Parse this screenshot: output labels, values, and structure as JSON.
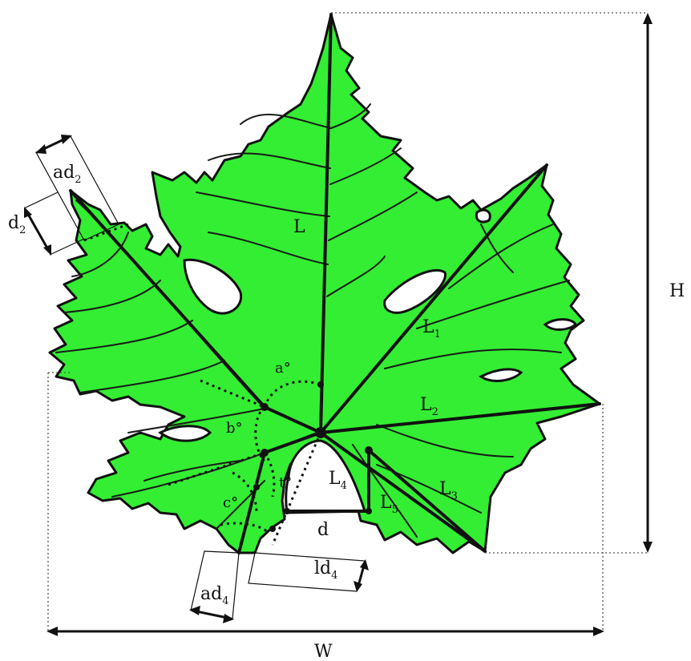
{
  "labels": {
    "L": "L",
    "L1": "L",
    "L1_sub": "1",
    "L2": "L",
    "L2_sub": "2",
    "L3": "L",
    "L3_sub": "3",
    "L4": "L",
    "L4_sub": "4",
    "L5": "L",
    "L5_sub": "5",
    "H": "H",
    "W": "W",
    "d": "d",
    "d2": "d",
    "d2_sub": "2",
    "ad2": "ad",
    "ad2_sub": "2",
    "ad4": "ad",
    "ad4_sub": "4",
    "ld4": "ld",
    "ld4_sub": "4",
    "angle_a": "a°",
    "angle_b": "b°",
    "angle_c": "c°",
    "angle_t": "t°"
  },
  "colors": {
    "leaf": "#33ee33",
    "outline": "#111111",
    "background": "#ffffff"
  }
}
